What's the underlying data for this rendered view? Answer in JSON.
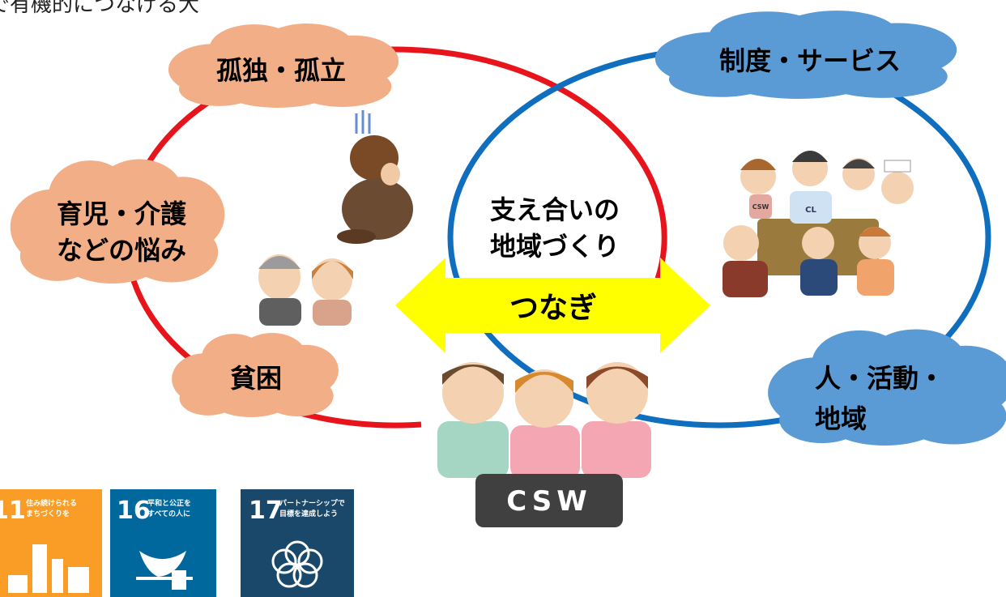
{
  "header_fragment": "で有機的につなげる大",
  "left_cycle": {
    "clouds": [
      {
        "id": "loneliness",
        "text": "孤独・孤立"
      },
      {
        "id": "childcare",
        "lines": [
          "育児・介護",
          "などの悩み"
        ]
      },
      {
        "id": "poverty",
        "text": "貧困"
      }
    ]
  },
  "center": {
    "lines": [
      "支え合いの",
      "地域づくり"
    ],
    "arrow_label": "つなぎ",
    "csw_label": "CSW"
  },
  "right_cycle": {
    "clouds": [
      {
        "id": "services",
        "text": "制度・サービス"
      },
      {
        "id": "people",
        "lines": [
          "人・活動・",
          "地域"
        ]
      }
    ],
    "badges": [
      "CSW",
      "CL"
    ]
  },
  "sdgs": [
    {
      "number": "11",
      "lines": [
        "住み続けられる",
        "まちづくりを"
      ],
      "color": "#F99D26"
    },
    {
      "number": "16",
      "lines": [
        "平和と公正を",
        "すべての人に"
      ],
      "color": "#00689D"
    },
    {
      "number": "17",
      "lines": [
        "パートナーシップで",
        "目標を達成しよう"
      ],
      "color": "#19486A"
    }
  ],
  "colors": {
    "red_ring": "#E8141B",
    "blue_ring": "#0F6EBD",
    "orange_cloud": "#F2AE86",
    "blue_cloud": "#5B9BD5",
    "arrow": "#FFFF00",
    "csw_box": "#404040"
  }
}
